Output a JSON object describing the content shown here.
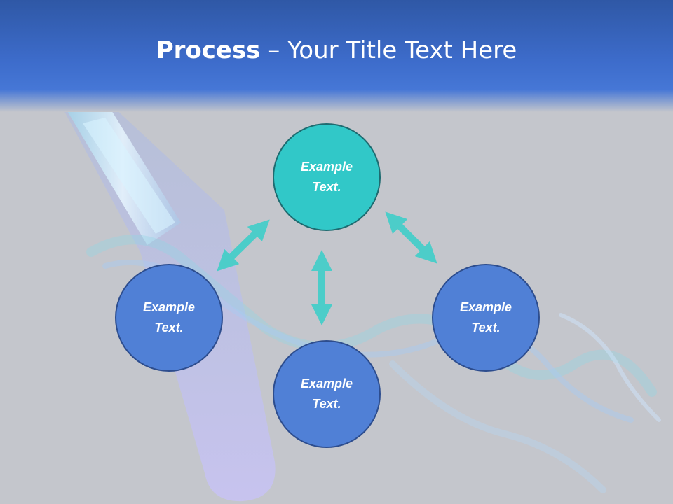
{
  "slide": {
    "title_bold": "Process",
    "title_rest": " – Your Title Text Here"
  },
  "nodes": [
    {
      "label": "Example Text.",
      "color": "#31c8c8"
    },
    {
      "label": "Example Text.",
      "color": "#5080d6"
    },
    {
      "label": "Example Text.",
      "color": "#5080d6"
    },
    {
      "label": "Example Text.",
      "color": "#5080d6"
    }
  ],
  "colors": {
    "header": "#3d6ccb",
    "arrow": "#4ccdc9",
    "background": "#c4c6cc"
  }
}
